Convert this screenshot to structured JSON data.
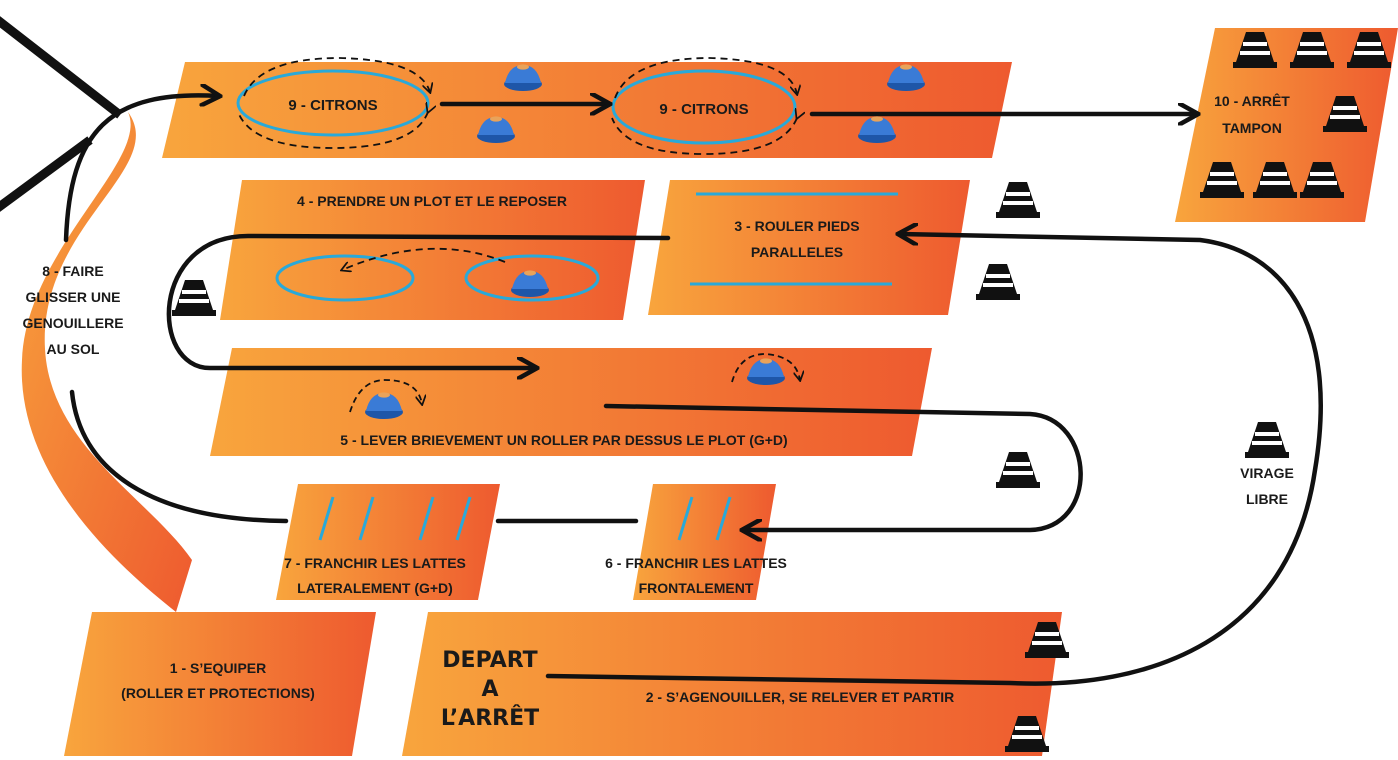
{
  "stations": {
    "s1": {
      "line1": "1 - S’EQUIPER",
      "line2": "(ROLLER ET PROTECTIONS)"
    },
    "s2": {
      "label": "2 - S’AGENOUILLER, SE RELEVER ET PARTIR"
    },
    "depart": {
      "line1": "DEPART",
      "line2": "A",
      "line3": "L’ARRÊT"
    },
    "s3": {
      "line1": "3 - ROULER PIEDS",
      "line2": "PARALLELES"
    },
    "s4": {
      "label": "4 - PRENDRE UN PLOT ET LE REPOSER"
    },
    "s5": {
      "label": "5 - LEVER BRIEVEMENT UN ROLLER PAR DESSUS LE PLOT (G+D)"
    },
    "s6": {
      "line1": "6 - FRANCHIR LES LATTES",
      "line2": "FRONTALEMENT"
    },
    "s7": {
      "line1": "7 - FRANCHIR LES LATTES",
      "line2": "LATERALEMENT (G+D)"
    },
    "s8": {
      "line1": "8 - FAIRE",
      "line2": "GLISSER UNE",
      "line3": "GENOUILLERE",
      "line4": "AU SOL"
    },
    "s9a": {
      "label": "9 - CITRONS"
    },
    "s9b": {
      "label": "9 - CITRONS"
    },
    "s10": {
      "line1": "10 - ARRÊT",
      "line2": "TAMPON"
    },
    "virage": {
      "line1": "VIRAGE",
      "line2": "LIBRE"
    }
  },
  "colors": {
    "orange_light": "#f7a23b",
    "orange_dark": "#ee5a2e",
    "path": "#111111",
    "ring": "#29a9d9",
    "plot": "#2a6bc7",
    "cone": "#111111"
  }
}
